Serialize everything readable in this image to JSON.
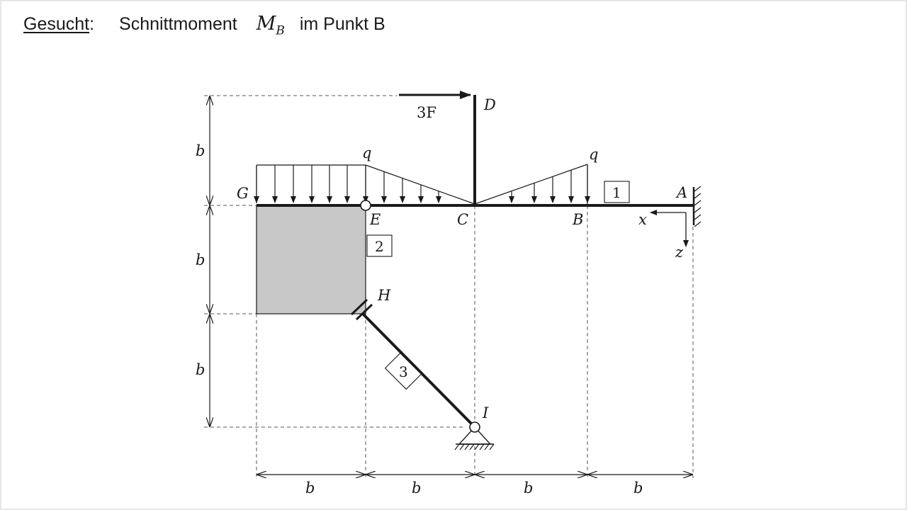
{
  "header": {
    "label": "Gesucht",
    "separator": ":",
    "quantity": "Schnittmoment",
    "symbol_main": "M",
    "symbol_sub": "B",
    "location": "im Punkt B"
  },
  "diagram": {
    "points": {
      "A": "A",
      "B": "B",
      "C": "C",
      "D": "D",
      "E": "E",
      "G": "G",
      "H": "H",
      "I": "I"
    },
    "force_label": "3F",
    "load_left": "q",
    "load_right": "q",
    "dim_label": "b",
    "body_labels": [
      "1",
      "2",
      "3"
    ],
    "axis_x": "x",
    "axis_z": "z"
  },
  "colors": {
    "ink": "#1a1a1a",
    "panel_fill": "#c8c8c8",
    "dash": "#555555"
  }
}
